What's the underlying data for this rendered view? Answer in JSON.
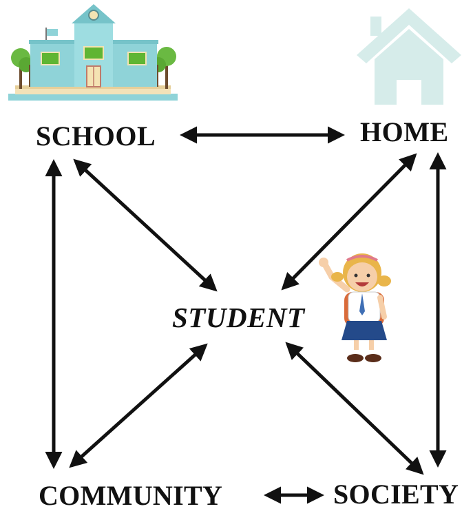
{
  "diagram": {
    "nodes": {
      "school": "SCHOOL",
      "home": "HOME",
      "student": "STUDENT",
      "community": "COMMUNITY",
      "society": "SOCIETY"
    },
    "edges": [
      {
        "from": "school",
        "to": "home",
        "direction": "both"
      },
      {
        "from": "school",
        "to": "community",
        "direction": "both"
      },
      {
        "from": "home",
        "to": "society",
        "direction": "both"
      },
      {
        "from": "community",
        "to": "society",
        "direction": "both"
      },
      {
        "from": "school",
        "to": "student",
        "direction": "both"
      },
      {
        "from": "home",
        "to": "student",
        "direction": "both"
      },
      {
        "from": "community",
        "to": "student",
        "direction": "both"
      },
      {
        "from": "society",
        "to": "student",
        "direction": "both"
      }
    ],
    "illustrations": [
      "school-building-icon",
      "house-icon",
      "student-girl-icon"
    ],
    "colors": {
      "arrow": "#111111",
      "school_wall": "#8fd3d8",
      "school_window": "#5fb533",
      "house": "#d6ecea",
      "tree": "#6ab942"
    }
  }
}
